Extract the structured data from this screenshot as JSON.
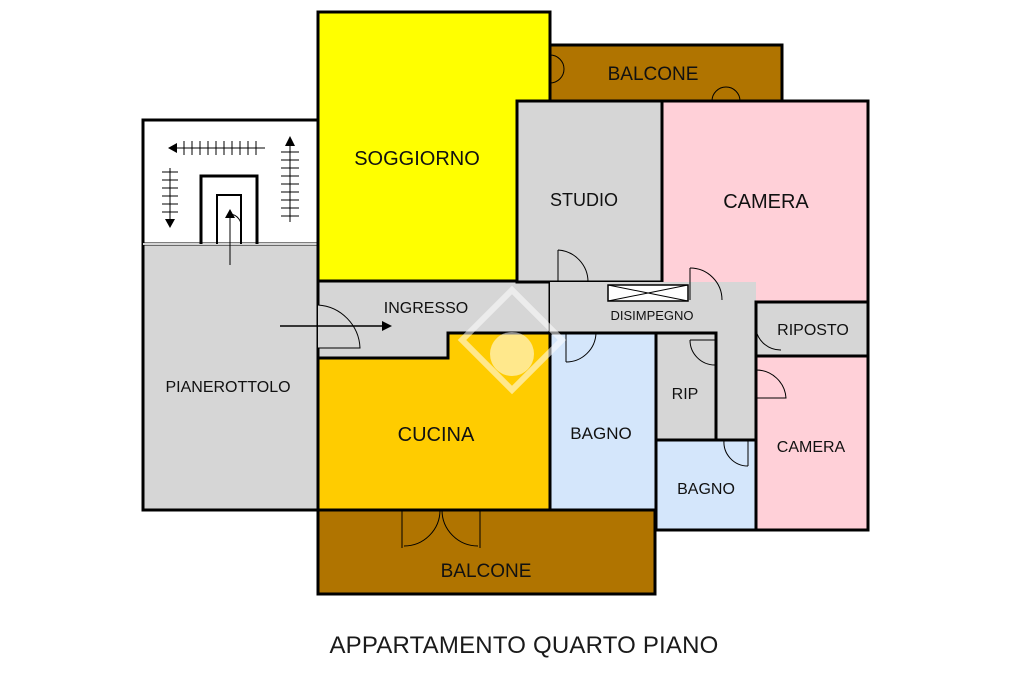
{
  "title": "APPARTAMENTO QUARTO PIANO",
  "colors": {
    "soggiorno": "#ffff00",
    "balcone": "#b07400",
    "grey": "#d6d6d6",
    "camera": "#ffd0d8",
    "cucina": "#ffcc00",
    "bagno": "#d4e6fb",
    "landing": "#ffffff"
  },
  "rooms": {
    "soggiorno": "SOGGIORNO",
    "balcone_top": "BALCONE",
    "studio": "STUDIO",
    "camera_main": "CAMERA",
    "ingresso": "INGRESSO",
    "disimpegno": "DISIMPEGNO",
    "riposto": "RIPOSTO",
    "pianerottolo": "PIANEROTTOLO",
    "cucina": "CUCINA",
    "bagno_main": "BAGNO",
    "rip": "RIP",
    "camera_small": "CAMERA",
    "bagno_small": "BAGNO",
    "balcone_bottom": "BALCONE"
  }
}
